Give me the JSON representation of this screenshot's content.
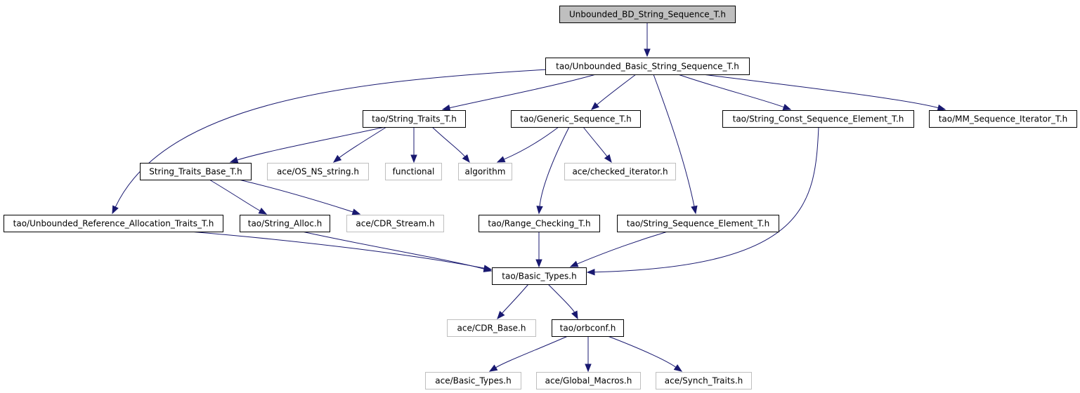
{
  "diagram": {
    "type": "include-dependency-graph",
    "colors": {
      "edge": "#191970",
      "node_border": "#000000",
      "external_node_border": "#bfbfbf",
      "root_fill": "#bfbfbf",
      "background": "#ffffff"
    },
    "nodes": [
      {
        "id": "root",
        "label": "Unbounded_BD_String_Sequence_T.h",
        "kind": "root"
      },
      {
        "id": "ubss",
        "label": "tao/Unbounded_Basic_String_Sequence_T.h",
        "kind": "file"
      },
      {
        "id": "strtraits",
        "label": "tao/String_Traits_T.h",
        "kind": "file"
      },
      {
        "id": "genseq",
        "label": "tao/Generic_Sequence_T.h",
        "kind": "file"
      },
      {
        "id": "strconst",
        "label": "tao/String_Const_Sequence_Element_T.h",
        "kind": "file"
      },
      {
        "id": "mmiter",
        "label": "tao/MM_Sequence_Iterator_T.h",
        "kind": "file"
      },
      {
        "id": "strtraitsbase",
        "label": "String_Traits_Base_T.h",
        "kind": "file"
      },
      {
        "id": "osns",
        "label": "ace/OS_NS_string.h",
        "kind": "external"
      },
      {
        "id": "functional",
        "label": "functional",
        "kind": "external"
      },
      {
        "id": "algorithm",
        "label": "algorithm",
        "kind": "external"
      },
      {
        "id": "checkediter",
        "label": "ace/checked_iterator.h",
        "kind": "external"
      },
      {
        "id": "ubref",
        "label": "tao/Unbounded_Reference_Allocation_Traits_T.h",
        "kind": "file"
      },
      {
        "id": "stralloc",
        "label": "tao/String_Alloc.h",
        "kind": "file"
      },
      {
        "id": "cdrstream",
        "label": "ace/CDR_Stream.h",
        "kind": "external"
      },
      {
        "id": "rangecheck",
        "label": "tao/Range_Checking_T.h",
        "kind": "file"
      },
      {
        "id": "strseqelem",
        "label": "tao/String_Sequence_Element_T.h",
        "kind": "file"
      },
      {
        "id": "basictypes",
        "label": "tao/Basic_Types.h",
        "kind": "file"
      },
      {
        "id": "cdrbase",
        "label": "ace/CDR_Base.h",
        "kind": "external"
      },
      {
        "id": "orbconf",
        "label": "tao/orbconf.h",
        "kind": "file"
      },
      {
        "id": "acebasic",
        "label": "ace/Basic_Types.h",
        "kind": "external"
      },
      {
        "id": "globalmacros",
        "label": "ace/Global_Macros.h",
        "kind": "external"
      },
      {
        "id": "synchtraits",
        "label": "ace/Synch_Traits.h",
        "kind": "external"
      }
    ],
    "edges": [
      {
        "from": "root",
        "to": "ubss"
      },
      {
        "from": "ubss",
        "to": "ubref"
      },
      {
        "from": "ubss",
        "to": "strtraits"
      },
      {
        "from": "ubss",
        "to": "genseq"
      },
      {
        "from": "ubss",
        "to": "strseqelem"
      },
      {
        "from": "ubss",
        "to": "strconst"
      },
      {
        "from": "ubss",
        "to": "mmiter"
      },
      {
        "from": "strtraits",
        "to": "strtraitsbase"
      },
      {
        "from": "strtraits",
        "to": "osns"
      },
      {
        "from": "strtraits",
        "to": "functional"
      },
      {
        "from": "strtraits",
        "to": "algorithm"
      },
      {
        "from": "genseq",
        "to": "algorithm"
      },
      {
        "from": "genseq",
        "to": "checkediter"
      },
      {
        "from": "genseq",
        "to": "rangecheck"
      },
      {
        "from": "strtraitsbase",
        "to": "stralloc"
      },
      {
        "from": "strtraitsbase",
        "to": "cdrstream"
      },
      {
        "from": "strconst",
        "to": "basictypes"
      },
      {
        "from": "ubref",
        "to": "basictypes"
      },
      {
        "from": "stralloc",
        "to": "basictypes"
      },
      {
        "from": "rangecheck",
        "to": "basictypes"
      },
      {
        "from": "strseqelem",
        "to": "basictypes"
      },
      {
        "from": "basictypes",
        "to": "cdrbase"
      },
      {
        "from": "basictypes",
        "to": "orbconf"
      },
      {
        "from": "orbconf",
        "to": "acebasic"
      },
      {
        "from": "orbconf",
        "to": "globalmacros"
      },
      {
        "from": "orbconf",
        "to": "synchtraits"
      }
    ]
  }
}
